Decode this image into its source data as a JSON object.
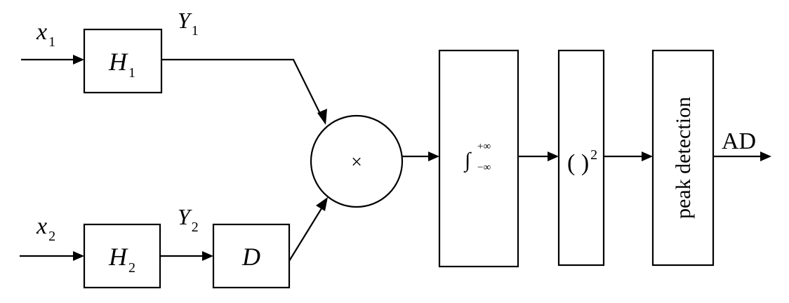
{
  "inputs": {
    "x1": {
      "base": "x",
      "sub": "1"
    },
    "x2": {
      "base": "x",
      "sub": "2"
    }
  },
  "signals": {
    "y1": {
      "base": "Y",
      "sub": "1"
    },
    "y2": {
      "base": "Y",
      "sub": "2"
    }
  },
  "blocks": {
    "h1": {
      "base": "H",
      "sub": "1"
    },
    "h2": {
      "base": "H",
      "sub": "2"
    },
    "delay": {
      "label": "D"
    },
    "multiplier": {
      "symbol": "×"
    },
    "integrator": {
      "symbol": "∫",
      "upper": "+∞",
      "lower": "−∞"
    },
    "square": {
      "label": "( )",
      "power": "2"
    },
    "peak": {
      "label": "peak detection"
    }
  },
  "output": {
    "label": "AD"
  },
  "colors": {
    "stroke": "#000000",
    "background": "#ffffff"
  }
}
